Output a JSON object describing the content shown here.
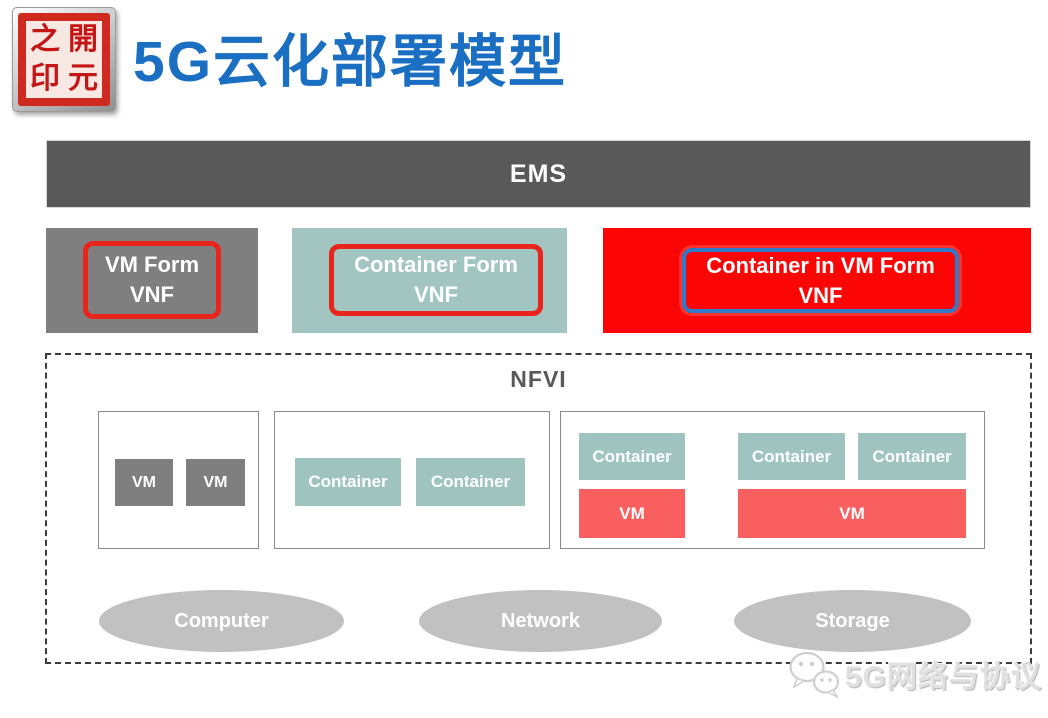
{
  "title": "5G云化部署模型",
  "logo": {
    "chars": [
      "之",
      "開",
      "印",
      "元"
    ]
  },
  "ems": {
    "label": "EMS"
  },
  "vnf_boxes": [
    {
      "line1": "VM Form",
      "line2": "VNF",
      "bg": "#7f7f7f",
      "border": "#e8241c"
    },
    {
      "line1": "Container Form",
      "line2": "VNF",
      "bg": "#a2c5c1",
      "border": "#e8241c"
    },
    {
      "line1": "Container in VM Form",
      "line2": "VNF",
      "bg": "#fb0505",
      "border": "#2f7ac9"
    }
  ],
  "nfvi": {
    "label": "NFVI",
    "host_vm": {
      "vms": [
        "VM",
        "VM"
      ]
    },
    "host_container": {
      "containers": [
        "Container",
        "Container"
      ]
    },
    "host_container_in_vm": {
      "containers": [
        "Container",
        "Container",
        "Container"
      ],
      "vms": [
        "VM",
        "VM"
      ]
    },
    "resources": [
      "Computer",
      "Network",
      "Storage"
    ]
  },
  "watermark": {
    "text": "5G网络与协议"
  },
  "colors": {
    "title_blue": "#1a6fc2",
    "ems_gray": "#595959",
    "vm_gray": "#7f7f7f",
    "teal": "#9fc4bf",
    "bright_red": "#fb0505",
    "salmon_red": "#fa5f5f",
    "red_border": "#e8241c",
    "blue_border": "#2f7ac9",
    "ellipse_gray": "#c1c1c1"
  }
}
